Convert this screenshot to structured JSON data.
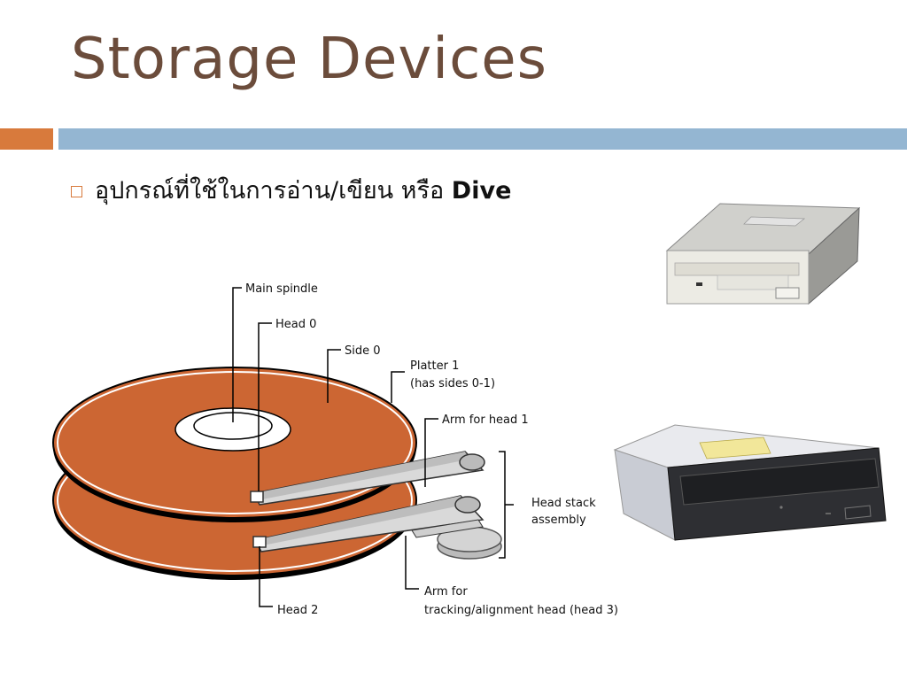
{
  "slide": {
    "title": "Storage Devices",
    "bullet": {
      "text": "อุปกรณ์ที่ใช้ในการอ่าน/เขียน หรือ",
      "bold_text": "Dive"
    }
  },
  "hdd_diagram": {
    "labels": {
      "main_spindle": "Main spindle",
      "head0": "Head 0",
      "side0": "Side 0",
      "platter1_line1": "Platter 1",
      "platter1_line2": "(has sides 0-1)",
      "arm_head1": "Arm for head 1",
      "head_stack_line1": "Head stack",
      "head_stack_line2": "assembly",
      "arm_tracking_line1": "Arm for",
      "arm_tracking_line2": "tracking/alignment head (head 3)",
      "head2": "Head 2"
    }
  },
  "colors": {
    "title": "#6b4c3b",
    "accent_orange": "#d87a3c",
    "accent_blue": "#94b6d2",
    "platter": "#cc6633"
  }
}
